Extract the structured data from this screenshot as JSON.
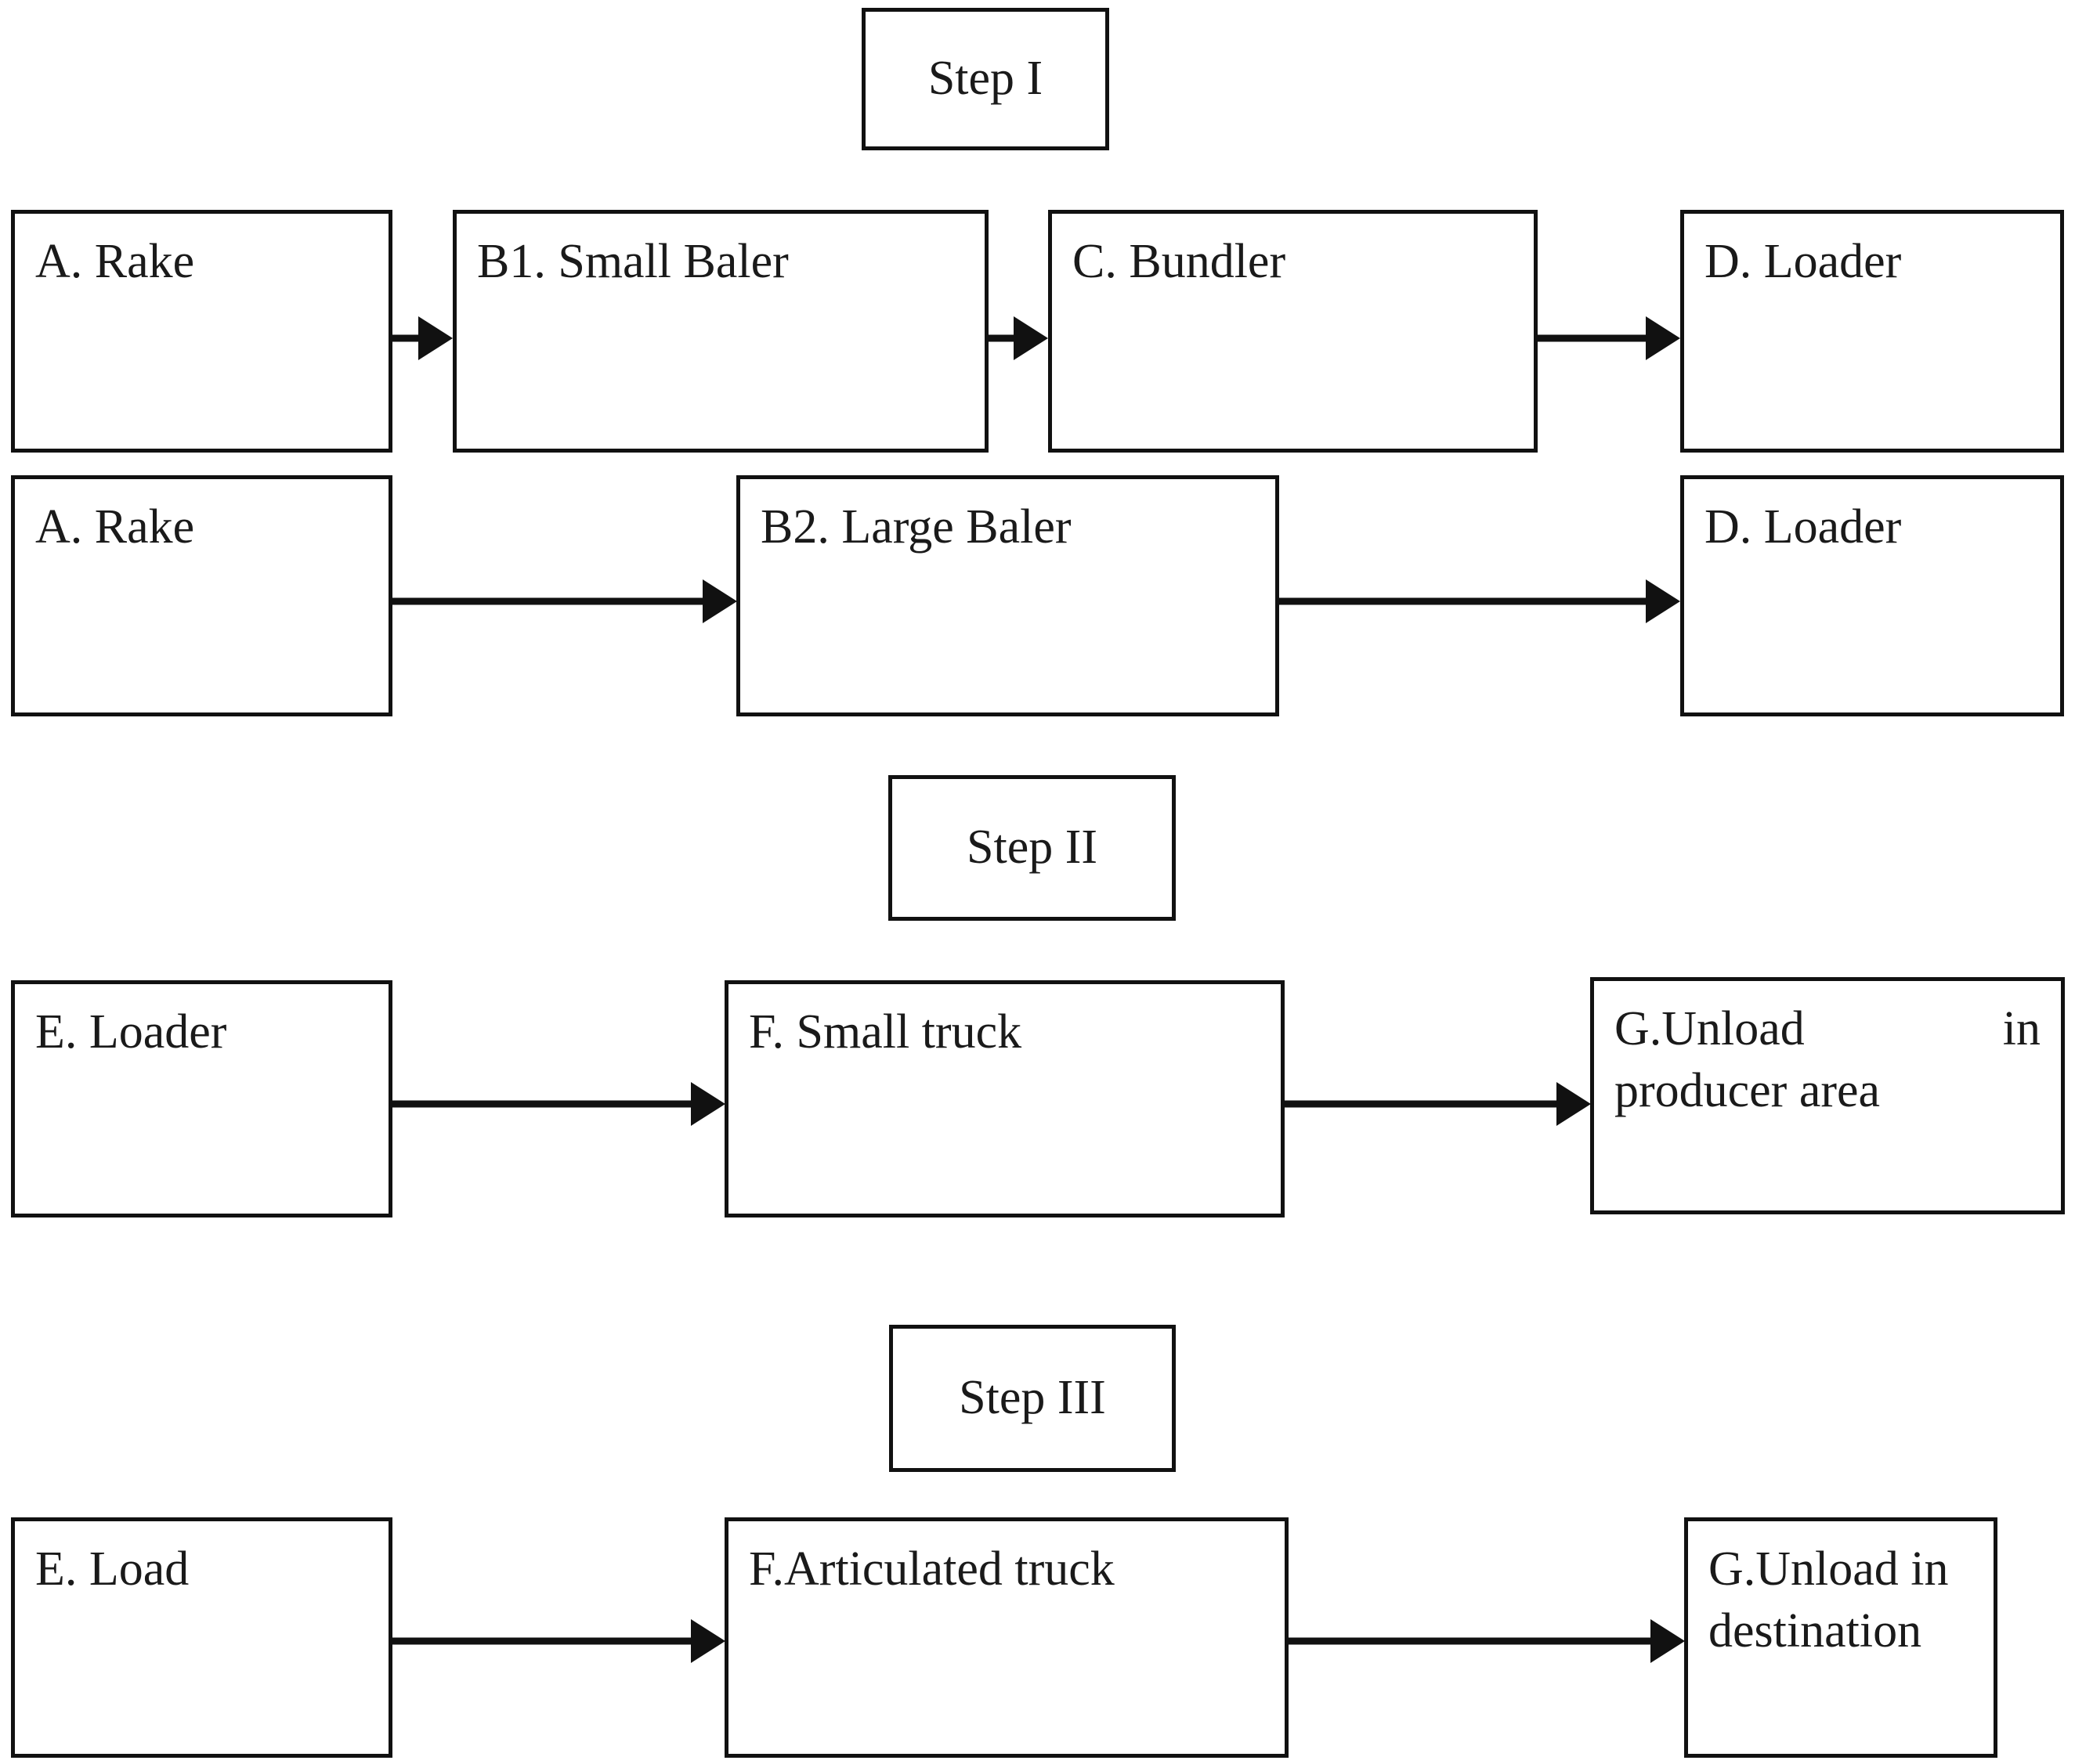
{
  "diagram": {
    "title": "Biomass harvesting and transport logistics flowchart",
    "background_color": "#ffffff",
    "line_color": "#111111",
    "sections": [
      {
        "id": "step-1",
        "label": "Step I",
        "rows": [
          {
            "id": "row-1a",
            "nodes": [
              "A. Rake",
              "B1. Small Baler",
              "C. Bundler",
              "D. Loader"
            ]
          },
          {
            "id": "row-1b",
            "nodes": [
              "A. Rake",
              "B2. Large Baler",
              "D. Loader"
            ]
          }
        ]
      },
      {
        "id": "step-2",
        "label": "Step II",
        "rows": [
          {
            "id": "row-2a",
            "nodes": [
              "E. Loader",
              "F. Small truck",
              "G.Unload in producer area"
            ]
          }
        ]
      },
      {
        "id": "step-3",
        "label": "Step III",
        "rows": [
          {
            "id": "row-3a",
            "nodes": [
              "E. Load",
              "F.Articulated truck",
              "G.Unload in destination"
            ]
          }
        ]
      }
    ]
  },
  "nodes": {
    "step_1_label": "Step I",
    "step_2_label": "Step II",
    "step_3_label": "Step III",
    "r1_a_rake": "A. Rake",
    "r1_b1_small_baler": "B1. Small Baler",
    "r1_c_bundler": "C. Bundler",
    "r1_d_loader": "D. Loader",
    "r2_a_rake": "A. Rake",
    "r2_b2_large_baler": "B2. Large Baler",
    "r2_d_loader": "D. Loader",
    "r3_e_loader": "E. Loader",
    "r3_f_small_truck": "F. Small truck",
    "r3_g_unload_line1": "G.Unload in",
    "r3_g_unload_line2": "producer area",
    "r3_g_unload_full": "G.Unload in producer area",
    "r4_e_load": "E. Load",
    "r4_f_articulated_truck": "F.Articulated truck",
    "r4_g_unload_line1": "G.Unload in",
    "r4_g_unload_line2": "destination",
    "r4_g_unload_full": "G.Unload in destination"
  }
}
